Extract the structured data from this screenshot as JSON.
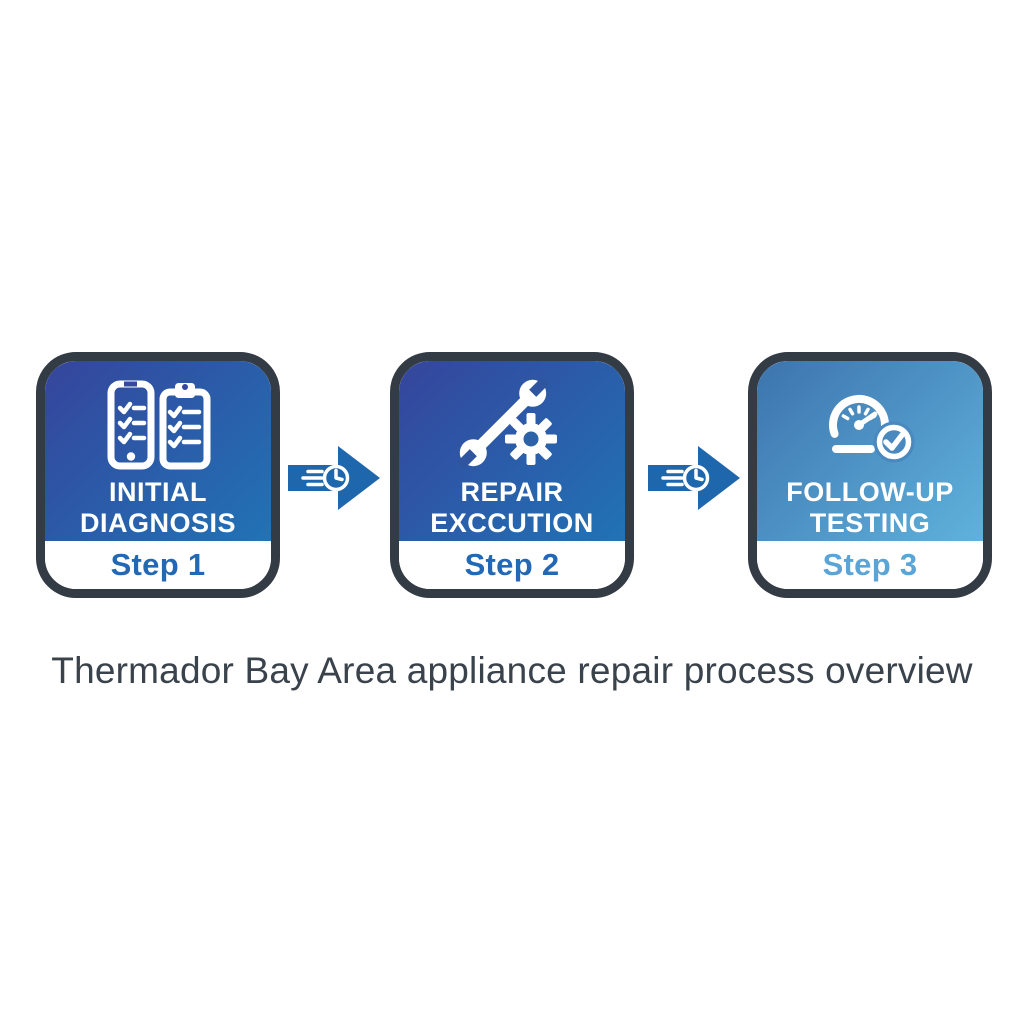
{
  "figure": {
    "caption": "Thermador Bay Area appliance repair process overview",
    "steps": [
      {
        "title_line1": "INITIAL",
        "title_line2": "DIAGNOSIS",
        "step_label": "Step 1",
        "icon": "phone-clipboard-checklist-icon",
        "gradient_start": "#35459c",
        "gradient_end": "#2173b5",
        "label_color": "#2268b5"
      },
      {
        "title_line1": "REPAIR",
        "title_line2": "EXCCUTION",
        "step_label": "Step 2",
        "icon": "wrench-gear-icon",
        "gradient_start": "#35459c",
        "gradient_end": "#2173b5",
        "label_color": "#2268b5"
      },
      {
        "title_line1": "FOLLOW-UP",
        "title_line2": "TESTING",
        "step_label": "Step 3",
        "icon": "gauge-checkmark-icon",
        "gradient_start": "#3d74ae",
        "gradient_end": "#5fb2dc",
        "label_color": "#5aa4d8"
      }
    ],
    "connector_icon": "fast-clock-arrow-icon",
    "colors": {
      "background": "#ffffff",
      "card_border": "#333b45",
      "arrow_color": "#1e67ac",
      "caption_color": "#3a434c",
      "icon_color": "#ffffff"
    }
  }
}
